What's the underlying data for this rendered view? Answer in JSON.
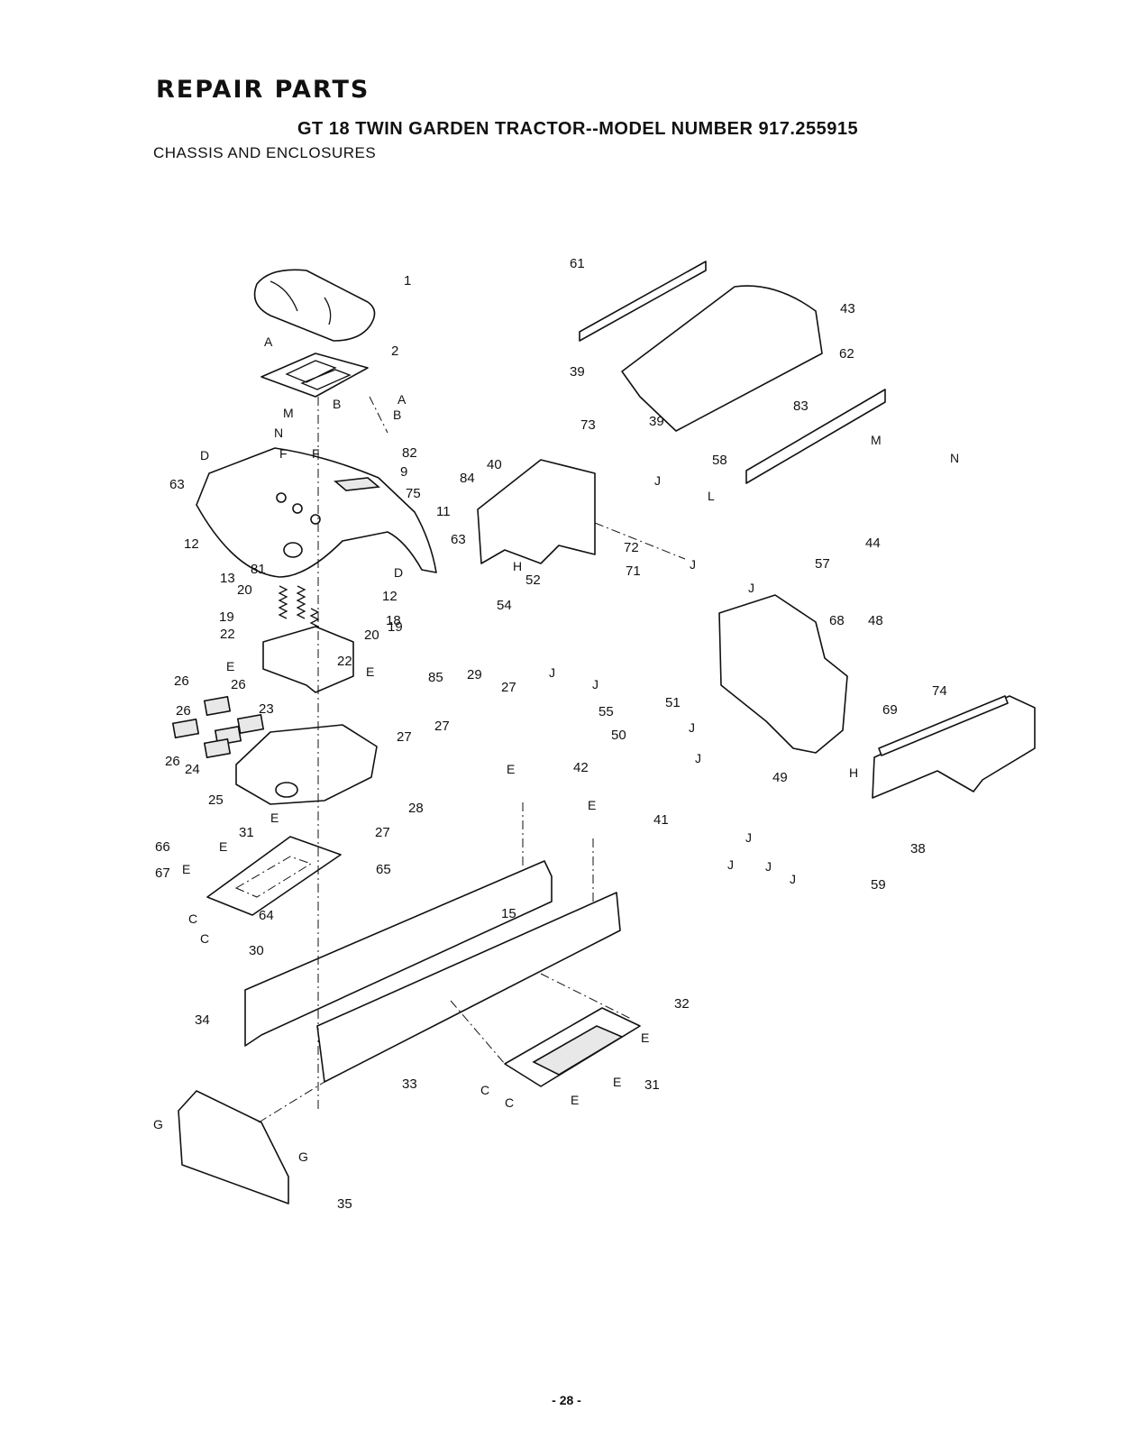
{
  "header": {
    "title": "REPAIR PARTS",
    "subtitle": "GT 18 TWIN GARDEN TRACTOR--MODEL NUMBER 917.255915",
    "section": "CHASSIS AND ENCLOSURES"
  },
  "footer": {
    "page_number": "- 28 -"
  },
  "callouts": [
    "1",
    "2",
    "9",
    "11",
    "12",
    "12",
    "13",
    "15",
    "18",
    "19",
    "19",
    "20",
    "20",
    "22",
    "22",
    "23",
    "24",
    "25",
    "26",
    "26",
    "26",
    "26",
    "27",
    "27",
    "27",
    "27",
    "28",
    "29",
    "30",
    "31",
    "31",
    "32",
    "33",
    "34",
    "35",
    "38",
    "39",
    "39",
    "40",
    "41",
    "42",
    "43",
    "44",
    "48",
    "49",
    "50",
    "51",
    "52",
    "54",
    "55",
    "57",
    "58",
    "59",
    "61",
    "62",
    "63",
    "63",
    "64",
    "65",
    "66",
    "67",
    "68",
    "69",
    "71",
    "72",
    "73",
    "74",
    "75",
    "81",
    "82",
    "83",
    "84",
    "85"
  ],
  "reference_letters": [
    "A",
    "A",
    "B",
    "B",
    "C",
    "C",
    "C",
    "C",
    "D",
    "D",
    "E",
    "E",
    "E",
    "E",
    "E",
    "E",
    "E",
    "E",
    "E",
    "E",
    "F",
    "F",
    "G",
    "G",
    "H",
    "H",
    "J",
    "J",
    "J",
    "J",
    "J",
    "J",
    "J",
    "J",
    "J",
    "J",
    "J",
    "L",
    "M",
    "M",
    "N",
    "N"
  ]
}
